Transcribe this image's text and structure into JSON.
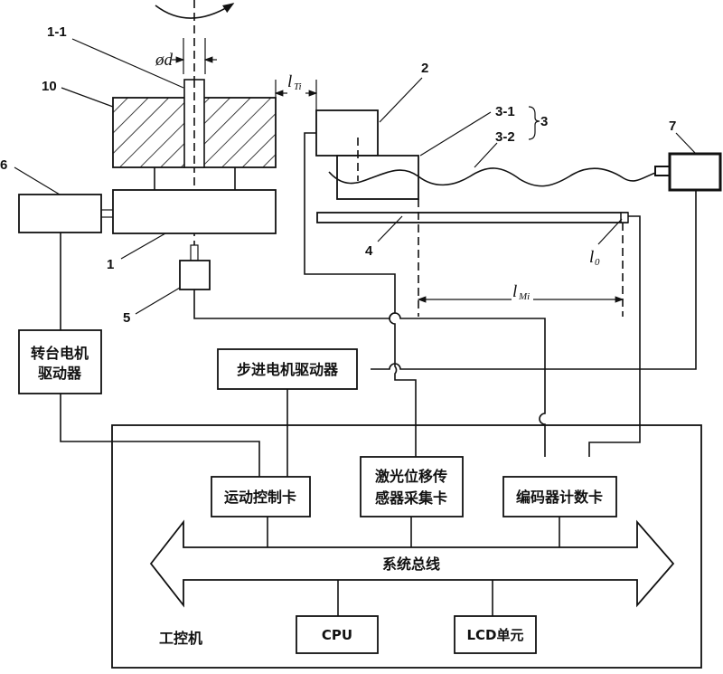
{
  "diagram": {
    "labels": {
      "shaft": "1-1",
      "diameter": "ød",
      "fixture": "10",
      "turntable_motor": "6",
      "turntable": "1",
      "encoder": "5",
      "laser_sensor": "2",
      "component_3_1": "3-1",
      "component_3_2": "3-2",
      "component_3": "3",
      "stepper_motor": "7",
      "scale": "4",
      "l_ti_main": "l",
      "l_ti_sub": "Ti",
      "l_0_main": "l",
      "l_0_sub": "0",
      "l_mi_main": "l",
      "l_mi_sub": "Mi"
    },
    "blocks": {
      "turntable_driver_line1": "转台电机",
      "turntable_driver_line2": "驱动器",
      "stepper_driver": "步进电机驱动器",
      "motion_card": "运动控制卡",
      "laser_card_line1": "激光位移传",
      "laser_card_line2": "感器采集卡",
      "encoder_card": "编码器计数卡",
      "system_bus": "系统总线",
      "cpu": "CPU",
      "lcd": "LCD单元",
      "ipc": "工控机"
    }
  }
}
